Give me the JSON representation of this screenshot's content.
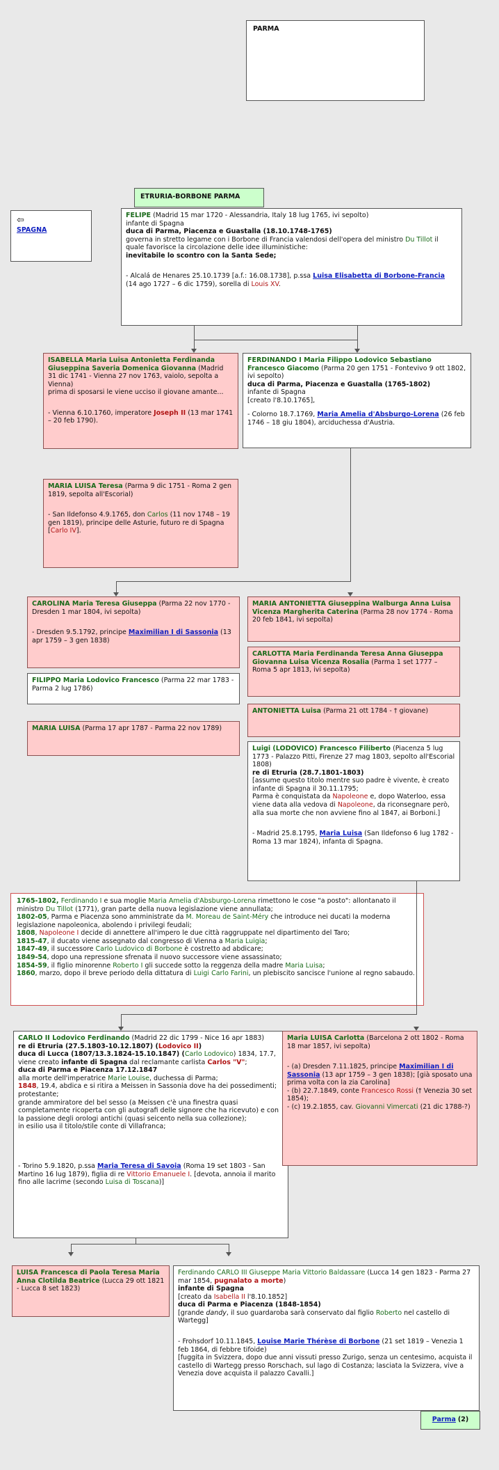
{
  "parma_box": {
    "title": "PARMA"
  },
  "dynasty": {
    "label": "ETRURIA-BORBONE PARMA"
  },
  "nav_back": {
    "arrow": "⇦",
    "link": "SPAGNA"
  },
  "parma2_link": {
    "label": "Parma",
    "suffix": "(2)"
  },
  "felipe": {
    "name": "FELIPE",
    "l1": "(Madrid 15 mar 1720 - Alessandria, Italy 18 lug 1765, ivi sepolto)",
    "l2": "infante di Spagna",
    "l3": "duca di Parma, Piacenza e Guastalla (18.10.1748-1765)",
    "l4a": "governa in stretto legame con i Borbone di Francia valendosi dell'opera del ministro ",
    "du_tillot": "Du Tillot",
    "l4b": " il quale favorisce la circolazione delle idee illuministiche:",
    "l5": "inevitabile lo scontro con la Santa Sede;",
    "m1": "- Alcalá de Henares 25.10.1739 [a.f.: 16.08.1738], p.ssa ",
    "spouse": "Luisa Elisabetta di Borbone-Francia",
    "m2": " (14 ago 1727 – 6 dic 1759), sorella di ",
    "louis": "Louis XV",
    "m3": "."
  },
  "isabella": {
    "name": "ISABELLA Maria Luisa Antonietta Ferdinanda Giuseppina Saveria Domenica Giovanna",
    "l1": " (Madrid 31 dic 1741 - Vienna 27 nov 1763, vaiolo, sepolta a Vienna)",
    "l2": "prima di sposarsi le viene ucciso il giovane amante...",
    "m1": "- Vienna 6.10.1760, imperatore ",
    "spouse": "Joseph II",
    "m2": " (13 mar 1741 – 20 feb 1790)."
  },
  "maria_luisa_t": {
    "name": "MARIA LUISA Teresa",
    "l1": " (Parma 9 dic 1751 - Roma 2 gen 1819, sepolta all'Escorial)",
    "m1": "- San Ildefonso 4.9.1765, don ",
    "carlos": "Carlos",
    "m2": " (11 nov 1748 – 19 gen 1819), principe delle Asturie, futuro re di Spagna [",
    "carlo4": "Carlo IV",
    "m3": "]."
  },
  "ferdinando1": {
    "name": "FERDINANDO I Maria Filippo Lodovico Sebastiano Francesco Giacomo",
    "l1": " (Parma 20 gen 1751 - Fontevivo 9 ott 1802, ivi sepolto)",
    "l2": "duca di Parma, Piacenza e Guastalla (1765-1802)",
    "l3": "infante di Spagna",
    "l4": "[creato l'8.10.1765],",
    "m1": "- Colorno 18.7.1769, ",
    "spouse": "Maria Amelia d'Absburgo-Lorena",
    "m2": " (26 feb 1746 – 18 giu 1804), arciduchessa d'Austria."
  },
  "carolina": {
    "name": "CAROLINA Maria Teresa Giuseppa",
    "l1": " (Parma 22 nov 1770 - Dresden 1 mar 1804, ivi sepolta)",
    "m1": "- Dresden 9.5.1792, principe ",
    "spouse": "Maximilian I di Sassonia",
    "m2": " (13 apr 1759 – 3 gen 1838)"
  },
  "filippo": {
    "name": "FILIPPO Maria Lodovico Francesco",
    "l1": " (Parma 22 mar 1783 - Parma 2 lug 1786)"
  },
  "maria_luisa2": {
    "name": "MARIA LUISA",
    "l1": " (Parma 17 apr 1787 - Parma 22 nov 1789)"
  },
  "maria_antonietta": {
    "name": "MARIA ANTONIETTA Giuseppina Walburga Anna Luisa Vicenza Margherita Caterina",
    "l1": " (Parma 28 nov 1774 - Roma 20 feb 1841, ivi sepolta)"
  },
  "carlotta": {
    "name": "CARLOTTA Maria Ferdinanda Teresa Anna Giuseppa Giovanna Luisa Vicenza Rosalia",
    "l1": " (Parma 1 set 1777 – Roma 5 apr 1813, ivi sepolta)"
  },
  "antonietta": {
    "name": "ANTONIETTA Luisa",
    "l1": " (Parma 21 ott 1784 - † giovane)"
  },
  "luigi": {
    "name": "Luigi (LODOVICO) Francesco Filiberto",
    "l1": " (Piacenza 5 lug 1773 - Palazzo Pitti, Firenze 27 mag 1803, sepolto all'Escorial 1808)",
    "l2": "re di Etruria (28.7.1801-1803)",
    "l3": "[assume questo titolo mentre suo padre è vivente, è creato infante di Spagna il 30.11.1795;",
    "l4a": "Parma è conquistata da ",
    "nap1": "Napoleone",
    "l4b": " e, dopo Waterloo, essa viene data alla vedova di ",
    "nap2": "Napoleone",
    "l4c": ", da riconsegnare però, alla sua morte che non avviene fino al 1847, ai Borboni.]",
    "m1": "- Madrid 25.8.1795, ",
    "spouse": "Maria Luisa",
    "m2": " (San Ildefonso 6 lug 1782 - Roma 13 mar 1824), infanta di Spagna."
  },
  "history": {
    "p1a": "1765-1802, ",
    "p1b": "Ferdinando I",
    "p1c": " e sua moglie ",
    "p1d": "Maria Amelia d'Absburgo-Lorena",
    "p1e": " rimettono le cose \"a posto\": allontanato il ministro ",
    "p1f": "Du Tillot",
    "p1g": " (1771), gran parte della nuova legislazione viene annullata;",
    "p2a": "1802-05",
    "p2b": ", Parma e Piacenza sono amministrate da ",
    "p2c": "M. Moreau de Saint-Méry",
    "p2d": " che introduce nei ducati la moderna legislazione napoleonica, abolendo i privilegi feudali;",
    "p3a": "1808",
    "p3b": ", ",
    "p3c": "Napoleone I",
    "p3d": " decide di annettere all'impero le due città raggruppate nel dipartimento del Taro;",
    "p4a": "1815-47",
    "p4b": ", il ducato viene assegnato dal congresso di Vienna a ",
    "p4c": "Maria Luigia",
    "p4d": ";",
    "p5a": "1847-49",
    "p5b": ", il successore ",
    "p5c": "Carlo Ludovico di Borbone",
    "p5d": " è costretto ad abdicare;",
    "p6a": "1849-54",
    "p6b": ", dopo una repressione sfrenata il nuovo successore viene assassinato;",
    "p7a": "1854-59",
    "p7b": ", il figlio minorenne ",
    "p7c": "Roberto I",
    "p7d": " gli succede sotto la reggenza della madre ",
    "p7e": "Maria Luisa",
    "p7f": ";",
    "p8a": "1860",
    "p8b": ", marzo, dopo il breve periodo della dittatura di ",
    "p8c": "Luigi Carlo Farini",
    "p8d": ", un plebiscito sancisce l'unione al regno sabaudo."
  },
  "carlo2": {
    "name": "CARLO II Lodovico Ferdinando",
    "l1": " (Madrid 22 dic 1799 - Nice 16 apr 1883)",
    "l2a": "re di Etruria (27.5.1803-10.12.1807) (",
    "l2b": "Lodovico II",
    "l2c": ")",
    "l3a": "duca di Lucca (1807/13.3.1824-15.10.1847) (",
    "l3b": "Carlo Lodovico",
    "l3c": ") 1834, 17.7, viene creato ",
    "l3d": "infante di Spagna",
    "l3e": " dal reclamante carlista ",
    "l3f": "Carlos \"V\"",
    "l3g": ";",
    "l4": "duca di Parma e Piacenza 17.12.1847",
    "l5a": "alla morte dell'imperatrice ",
    "l5b": "Marie Louise",
    "l5c": ", duchessa di Parma;",
    "l6a": "1848",
    "l6b": ", 19.4, abdica e si ritira a Meissen in Sassonia dove ha dei possedimenti; protestante;",
    "l7": "grande ammiratore del bel sesso (a Meissen c'è una finestra quasi completamente ricoperta con gli autografi delle signore che ha ricevuto) e con la passione degli orologi antichi (quasi seicento nella sua collezione);",
    "l8": "in esilio usa il titolo/stile conte di Villafranca;",
    "m1": "- Torino 5.9.1820, p.ssa ",
    "spouse": "Maria Teresa di Savoia",
    "m2": " (Roma 19 set 1803 - San Martino 16 lug 1879), figlia di re ",
    "ve": "Vittorio Emanuele I",
    "m3": ". [devota, annoia il marito fino alle lacrime (secondo ",
    "lt": "Luisa di Toscana",
    "m4": ")]"
  },
  "maria_luisa_c": {
    "name": "Maria LUISA Carlotta",
    "l1": " (Barcelona 2 ott 1802 - Roma 18 mar 1857, ivi sepolta)",
    "m1": "- (a) Dresden 7.11.1825, principe ",
    "sp1": "Maximilian I di Sassonia",
    "m2": " (13 apr 1759 – 3 gen 1838); [già sposato una prima volta con la zia Carolina]",
    "m3": "- (b) 22.7.1849, conte ",
    "sp2": "Francesco Rossi",
    "m4": " († Venezia 30 set 1854);",
    "m5": "- (c) 19.2.1855, cav. ",
    "sp3": "Giovanni Vimercati",
    "m6": " (21 dic 1788-?)"
  },
  "luisa_fr": {
    "name": "LUISA Francesca di Paola Teresa Maria Anna Clotilda Beatrice",
    "l1": " (Lucca 29 ott 1821 - Lucca 8 set 1823)"
  },
  "carlo3": {
    "name": "Ferdinando CARLO III Giuseppe Maria Vittorio Baldassare",
    "l1": " (Lucca 14 gen 1823 - Parma 27 mar 1854, ",
    "pugn": "pugnalato a morte",
    "l1b": ")",
    "l2": "infante di Spagna",
    "l3a": "[creato da ",
    "l3b": "Isabella II",
    "l3c": " l'8.10.1852]",
    "l4": "duca di Parma e Piacenza (1848-1854)",
    "l5a": "[grande ",
    "l5b": "dandy",
    "l5c": ", il suo guardaroba sarà conservato dal figlio ",
    "l5d": "Roberto",
    "l5e": " nel castello di Wartegg]",
    "m1": "- Frohsdorf 10.11.1845, ",
    "spouse": "Louise Marie Thérèse di Borbone",
    "m2": " (21 set 1819 – Venezia 1 feb 1864, di febbre tifoide)",
    "m3": "[fuggita in Svizzera, dopo due anni vissuti presso Zurigo, senza un centesimo, acquista il castello di Wartegg presso Rorschach, sul lago di Costanza; lasciata la Svizzera, vive a Venezia dove acquista il palazzo Cavalli.]"
  }
}
